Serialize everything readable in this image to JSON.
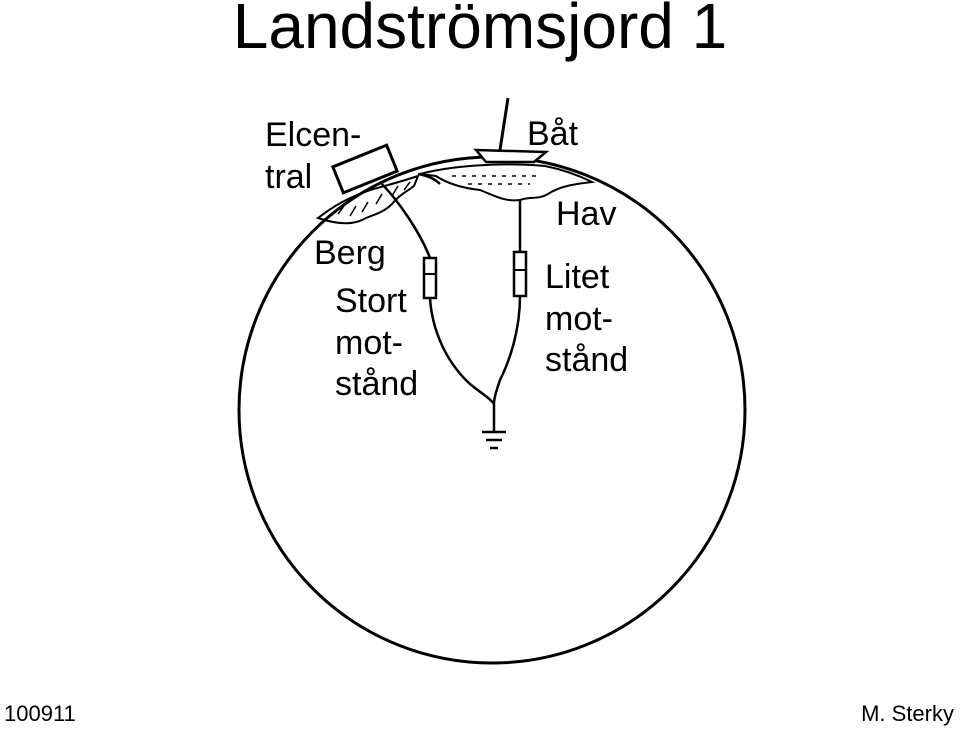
{
  "slide": {
    "title": "Landströmsjord 1",
    "footer_left": "100911",
    "footer_right": "M. Sterky"
  },
  "diagram": {
    "labels": {
      "elcentral_line1": "Elcen-",
      "elcentral_line2": "tral",
      "boat": "Båt",
      "sea": "Hav",
      "rock": "Berg",
      "high_res_line1": "Stort",
      "high_res_line2": "mot-",
      "high_res_line3": "stånd",
      "low_res_line1": "Litet",
      "low_res_line2": "mot-",
      "low_res_line3": "stånd"
    }
  }
}
